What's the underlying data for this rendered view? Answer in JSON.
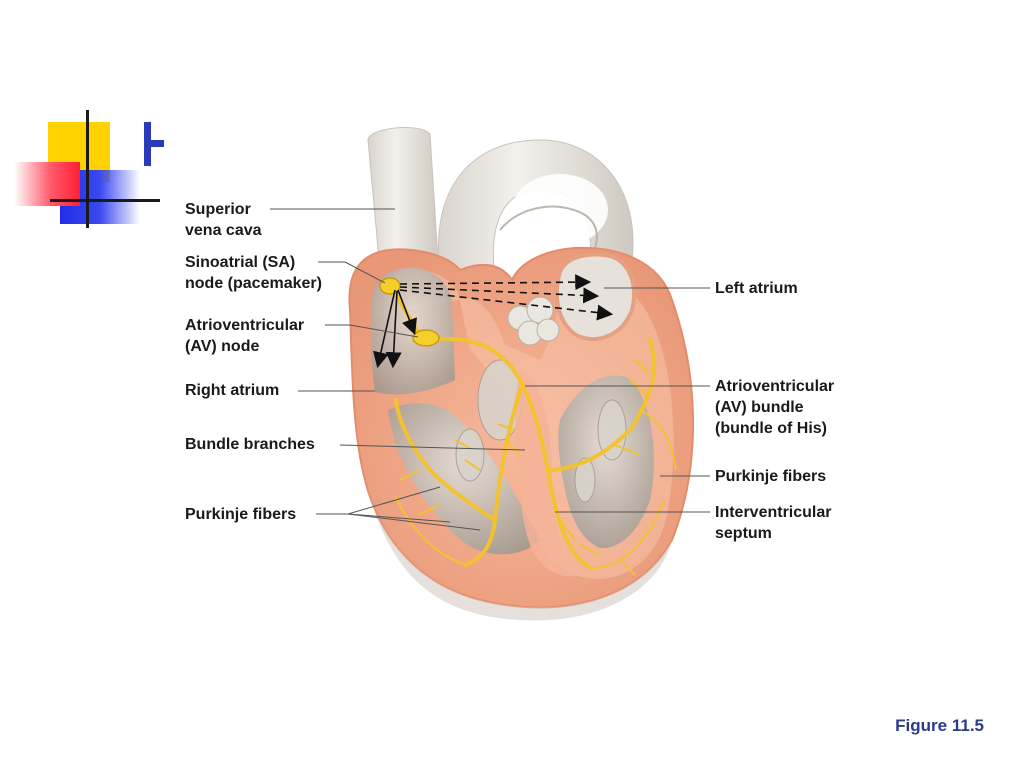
{
  "slide": {
    "caption": "Figure 11.5"
  },
  "diagram": {
    "labels": {
      "superior_vena_cava": [
        "Superior",
        "vena cava"
      ],
      "sa_node": [
        "Sinoatrial (SA)",
        "node (pacemaker)"
      ],
      "av_node": [
        "Atrioventricular",
        "(AV) node"
      ],
      "right_atrium": "Right atrium",
      "bundle_branches": "Bundle branches",
      "purkinje_left": "Purkinje fibers",
      "left_atrium": "Left atrium",
      "av_bundle": [
        "Atrioventricular",
        "(AV) bundle",
        "(bundle of His)"
      ],
      "purkinje_right": "Purkinje fibers",
      "septum": [
        "Interventricular",
        "septum"
      ]
    },
    "colors": {
      "heart_outer": "#f2a98a",
      "heart_inner": "#f7c3a8",
      "tissue_gray": "#b9b4ad",
      "conduction": "#f2c230",
      "node": "#f5cf2a",
      "vessel": "#e8e4de"
    }
  }
}
